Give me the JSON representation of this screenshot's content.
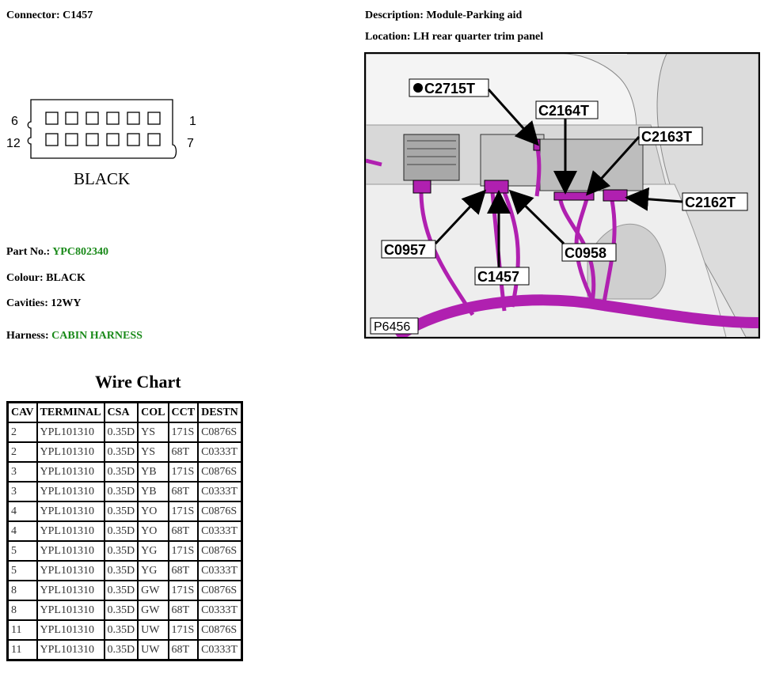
{
  "header": {
    "connector": "Connector: C1457",
    "description": "Description: Module-Parking aid",
    "location": "Location: LH rear quarter trim panel"
  },
  "diagram": {
    "pin_top_left": "6",
    "pin_top_right": "1",
    "pin_bottom_left": "12",
    "pin_bottom_right": "7",
    "color_label": "BLACK"
  },
  "info": {
    "part_label": "Part No.:",
    "part_value": "YPC802340",
    "colour": "Colour: BLACK",
    "cavities": "Cavities: 12WY",
    "harness_label": "Harness:",
    "harness_value": "CABIN HARNESS"
  },
  "photo": {
    "callouts": {
      "c2715t": "C2715T",
      "c2164t": "C2164T",
      "c2163t": "C2163T",
      "c2162t": "C2162T",
      "c0957": "C0957",
      "c0958": "C0958",
      "c1457": "C1457"
    },
    "ref": "P6456",
    "harness_color": "#b020b0"
  },
  "wire_chart": {
    "title": "Wire Chart",
    "headers": [
      "CAV",
      "TERMINAL",
      "CSA",
      "COL",
      "CCT",
      "DESTN"
    ],
    "rows": [
      [
        "2",
        "YPL101310",
        "0.35D",
        "YS",
        "171S",
        "C0876S"
      ],
      [
        "2",
        "YPL101310",
        "0.35D",
        "YS",
        "68T",
        "C0333T"
      ],
      [
        "3",
        "YPL101310",
        "0.35D",
        "YB",
        "171S",
        "C0876S"
      ],
      [
        "3",
        "YPL101310",
        "0.35D",
        "YB",
        "68T",
        "C0333T"
      ],
      [
        "4",
        "YPL101310",
        "0.35D",
        "YO",
        "171S",
        "C0876S"
      ],
      [
        "4",
        "YPL101310",
        "0.35D",
        "YO",
        "68T",
        "C0333T"
      ],
      [
        "5",
        "YPL101310",
        "0.35D",
        "YG",
        "171S",
        "C0876S"
      ],
      [
        "5",
        "YPL101310",
        "0.35D",
        "YG",
        "68T",
        "C0333T"
      ],
      [
        "8",
        "YPL101310",
        "0.35D",
        "GW",
        "171S",
        "C0876S"
      ],
      [
        "8",
        "YPL101310",
        "0.35D",
        "GW",
        "68T",
        "C0333T"
      ],
      [
        "11",
        "YPL101310",
        "0.35D",
        "UW",
        "171S",
        "C0876S"
      ],
      [
        "11",
        "YPL101310",
        "0.35D",
        "UW",
        "68T",
        "C0333T"
      ]
    ]
  }
}
